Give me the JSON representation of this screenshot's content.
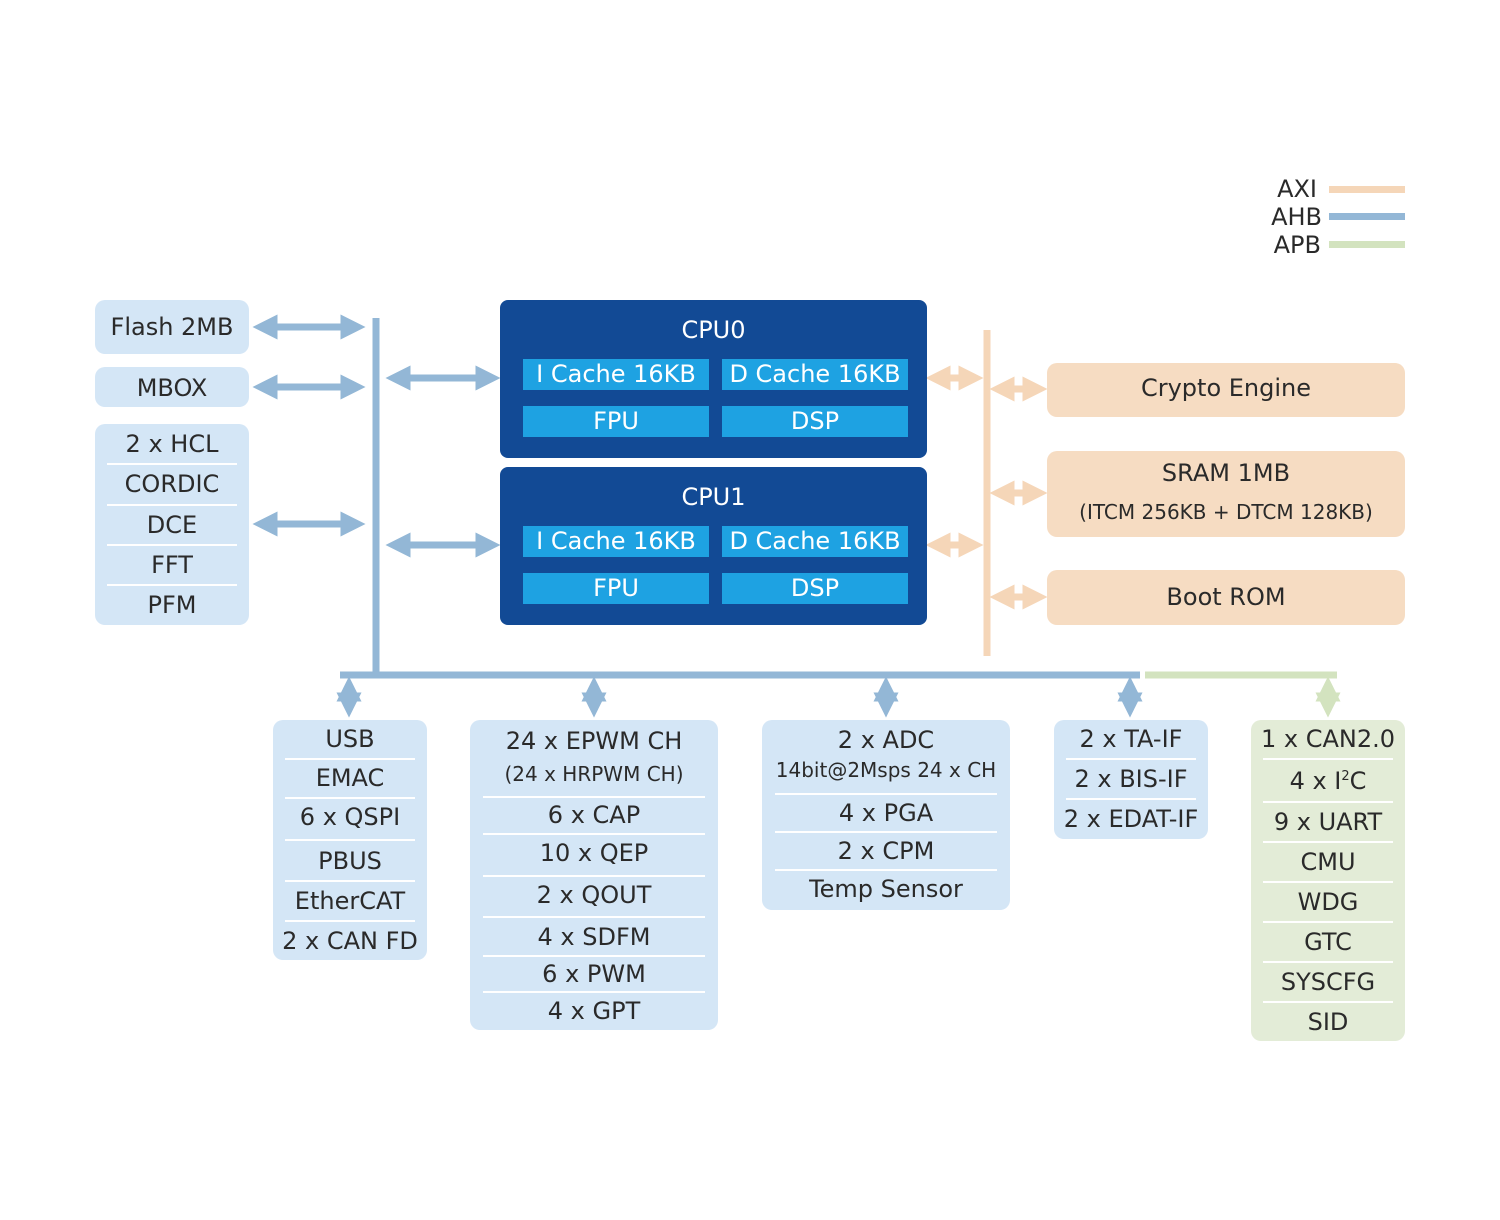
{
  "legend": [
    {
      "label": "AXI",
      "color": "#f5d6b8"
    },
    {
      "label": "AHB",
      "color": "#93b7d6"
    },
    {
      "label": "APB",
      "color": "#d3e3bf"
    }
  ],
  "colors": {
    "ahb_box": "#d4e6f6",
    "axi_box": "#f6dcc2",
    "apb_box": "#e3ecd7",
    "cpu_box": "#124a95",
    "cpu_cell": "#1ea2e2"
  },
  "left": {
    "flash": "Flash 2MB",
    "mbox": "MBOX",
    "math": [
      "2 x HCL",
      "CORDIC",
      "DCE",
      "FFT",
      "PFM"
    ]
  },
  "cpus": [
    {
      "title": "CPU0",
      "icache": "I Cache 16KB",
      "dcache": "D Cache 16KB",
      "fpu": "FPU",
      "dsp": "DSP"
    },
    {
      "title": "CPU1",
      "icache": "I Cache 16KB",
      "dcache": "D Cache 16KB",
      "fpu": "FPU",
      "dsp": "DSP"
    }
  ],
  "right": {
    "crypto": "Crypto Engine",
    "sram": "SRAM 1MB",
    "sram_detail": "(ITCM 256KB + DTCM 128KB)",
    "bootrom": "Boot ROM"
  },
  "bottom": {
    "comm": [
      "USB",
      "EMAC",
      "6 x QSPI",
      "PBUS",
      "EtherCAT",
      "2 x CAN FD"
    ],
    "pwm": {
      "first": "24 x EPWM CH",
      "first_sub": "(24 x HRPWM CH)",
      "rest": [
        "6 x CAP",
        "10 x QEP",
        "2 x QOUT",
        "4 x SDFM",
        "6 x PWM",
        "4 x GPT"
      ]
    },
    "analog": {
      "first": "2 x ADC",
      "first_sub": "14bit@2Msps 24 x CH",
      "rest": [
        "4 x PGA",
        "2 x CPM",
        "Temp Sensor"
      ]
    },
    "ifs": [
      "2 x TA-IF",
      "2 x BIS-IF",
      "2 x EDAT-IF"
    ],
    "apb": {
      "can": "1 x CAN2.0",
      "i2c_prefix": "4 x I",
      "i2c_sup": "2",
      "i2c_suffix": "C",
      "rest": [
        "9 x UART",
        "CMU",
        "WDG",
        "GTC",
        "SYSCFG",
        "SID"
      ]
    }
  }
}
